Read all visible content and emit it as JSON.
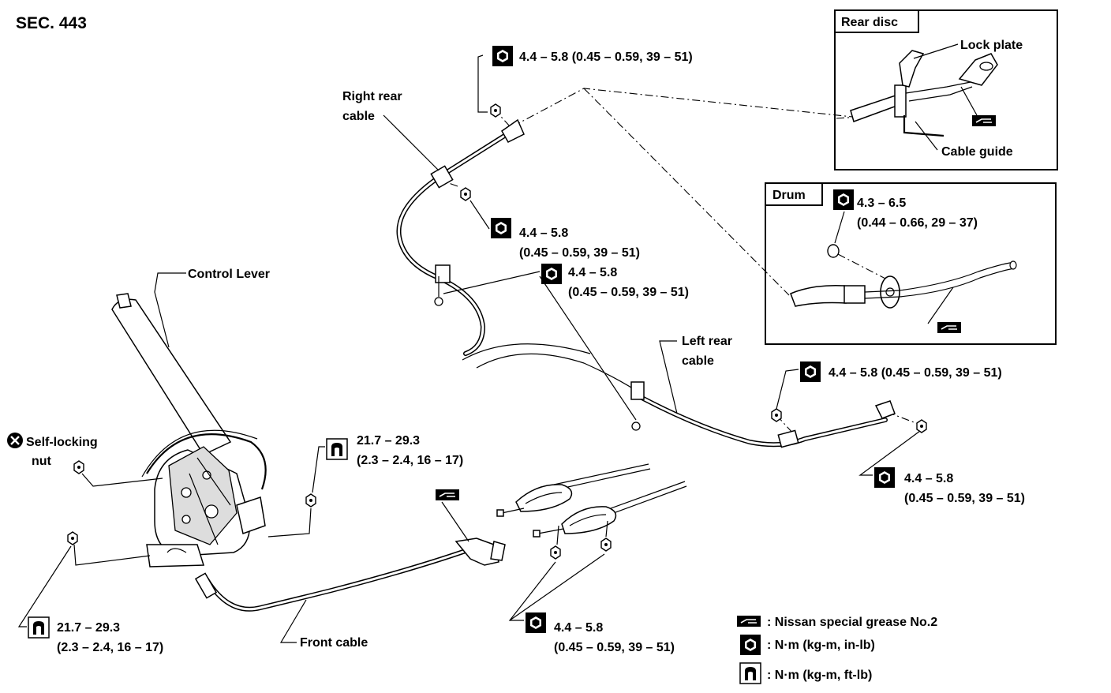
{
  "section": "SEC. 443",
  "insets": {
    "rear_disc": {
      "title": "Rear disc",
      "lock_plate": "Lock plate",
      "cable_guide": "Cable guide"
    },
    "drum": {
      "title": "Drum",
      "torque_1": "4.3 – 6.5",
      "torque_2": "(0.44 – 0.66, 29 – 37)"
    }
  },
  "labels": {
    "right_rear_cable_1": "Right rear",
    "right_rear_cable_2": "cable",
    "left_rear_cable_1": "Left rear",
    "left_rear_cable_2": "cable",
    "control_lever": "Control Lever",
    "self_locking_1": "Self-locking",
    "self_locking_2": "nut",
    "front_cable": "Front cable"
  },
  "torques": {
    "top": "4.4 – 5.8 (0.45 – 0.59, 39 – 51)",
    "mid1_a": "4.4 – 5.8",
    "mid1_b": "(0.45 – 0.59, 39 – 51)",
    "mid2_a": "4.4 – 5.8",
    "mid2_b": "(0.45 – 0.59, 39 – 51)",
    "right_a": "4.4 – 5.8 (0.45 – 0.59, 39 – 51)",
    "right_low_a": "4.4 – 5.8",
    "right_low_b": "(0.45 – 0.59, 39 – 51)",
    "lever_a": "21.7 – 29.3",
    "lever_b": "(2.3 – 2.4, 16 – 17)",
    "bottom_left_a": "21.7 – 29.3",
    "bottom_left_b": "(2.3 – 2.4, 16 – 17)",
    "bottom_mid_a": "4.4 – 5.8",
    "bottom_mid_b": "(0.45 – 0.59, 39 – 51)"
  },
  "legend": {
    "grease": ": Nissan special grease No.2",
    "nm_inlb": ": N·m (kg-m, in-lb)",
    "nm_ftlb": ": N·m (kg-m, ft-lb)"
  }
}
